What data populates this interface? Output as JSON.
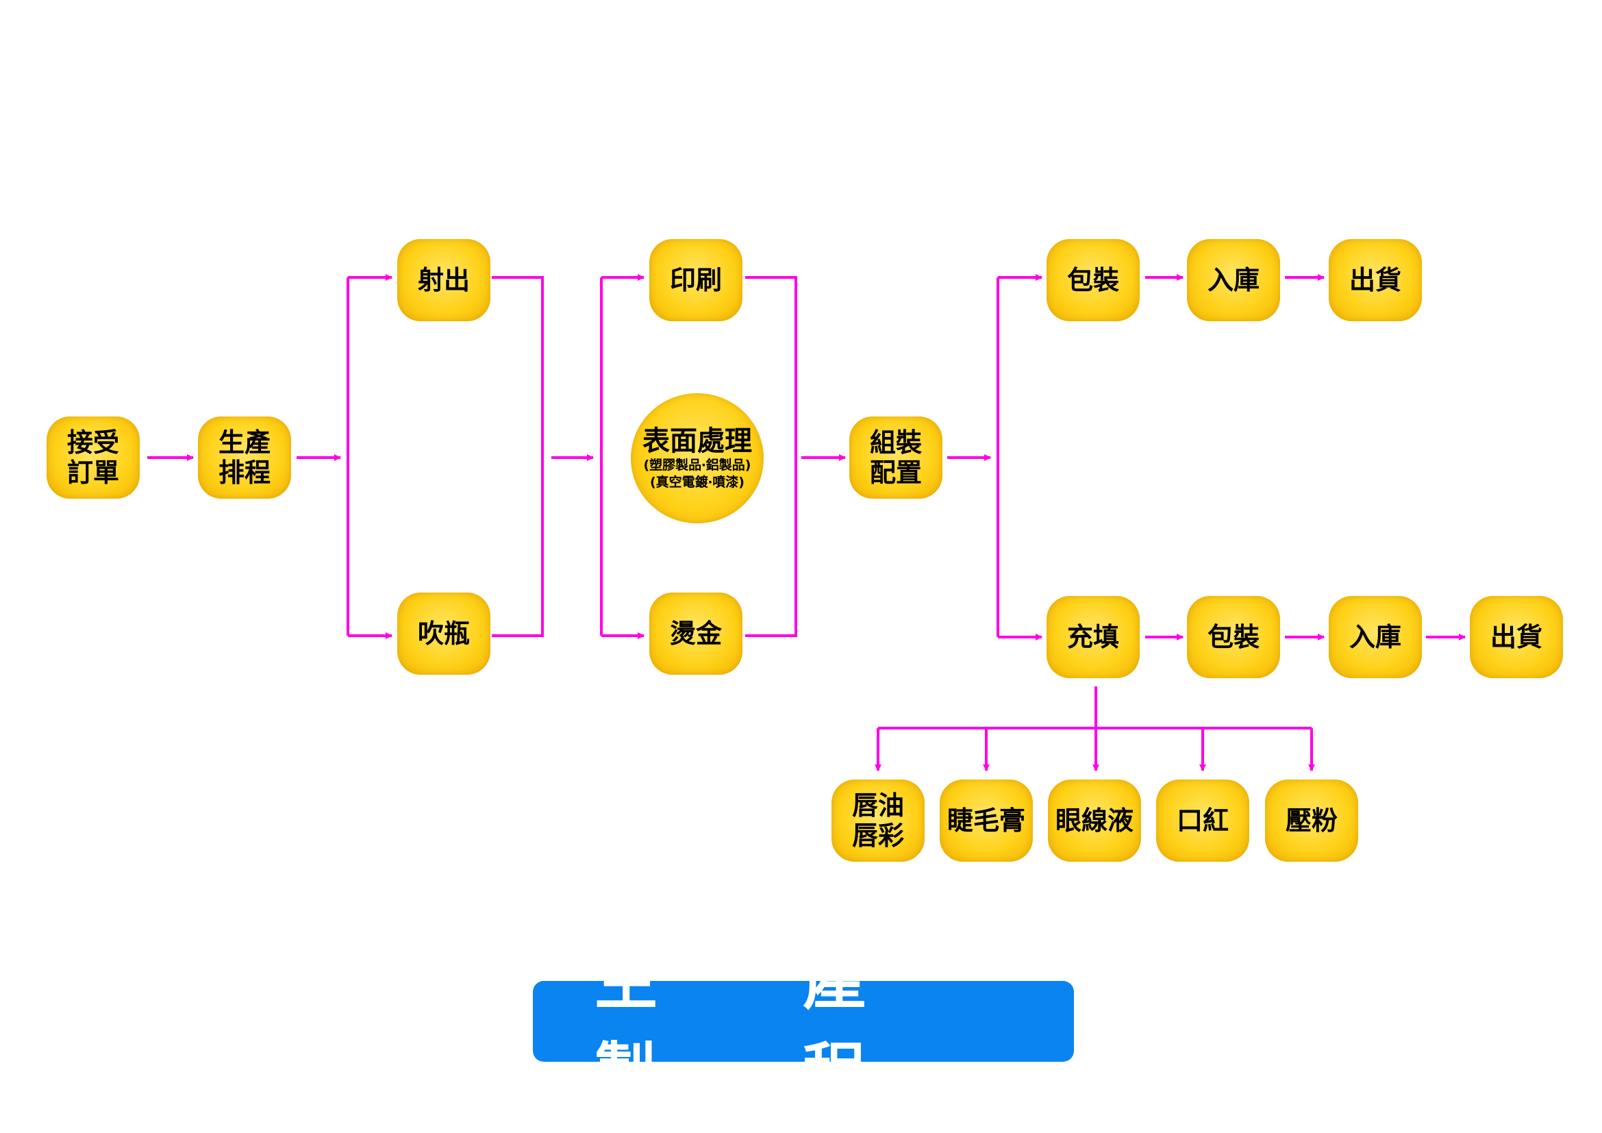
{
  "title": "生 產 製 程",
  "nodes": {
    "order": [
      "接受",
      "訂單"
    ],
    "schedule": [
      "生產",
      "排程"
    ],
    "injection": "射出",
    "blow": "吹瓶",
    "printing": "印刷",
    "surface": {
      "main": "表面處理",
      "sub1": "(塑膠製品‧鋁製品)",
      "sub2": "(真空電鍍‧噴漆)"
    },
    "hotstamp": "燙金",
    "assembly": [
      "組裝",
      "配置"
    ],
    "pack1": "包裝",
    "store1": "入庫",
    "ship1": "出貨",
    "fill": "充填",
    "pack2": "包裝",
    "store2": "入庫",
    "ship2": "出貨",
    "lipgloss": [
      "唇油",
      "唇彩"
    ],
    "mascara": "睫毛膏",
    "eyeliner": "眼線液",
    "lipstick": "口紅",
    "powder": "壓粉"
  },
  "colors": {
    "box": "#ffd21a",
    "arrow": "#ff00e6",
    "title_bg": "#0a84f0"
  }
}
